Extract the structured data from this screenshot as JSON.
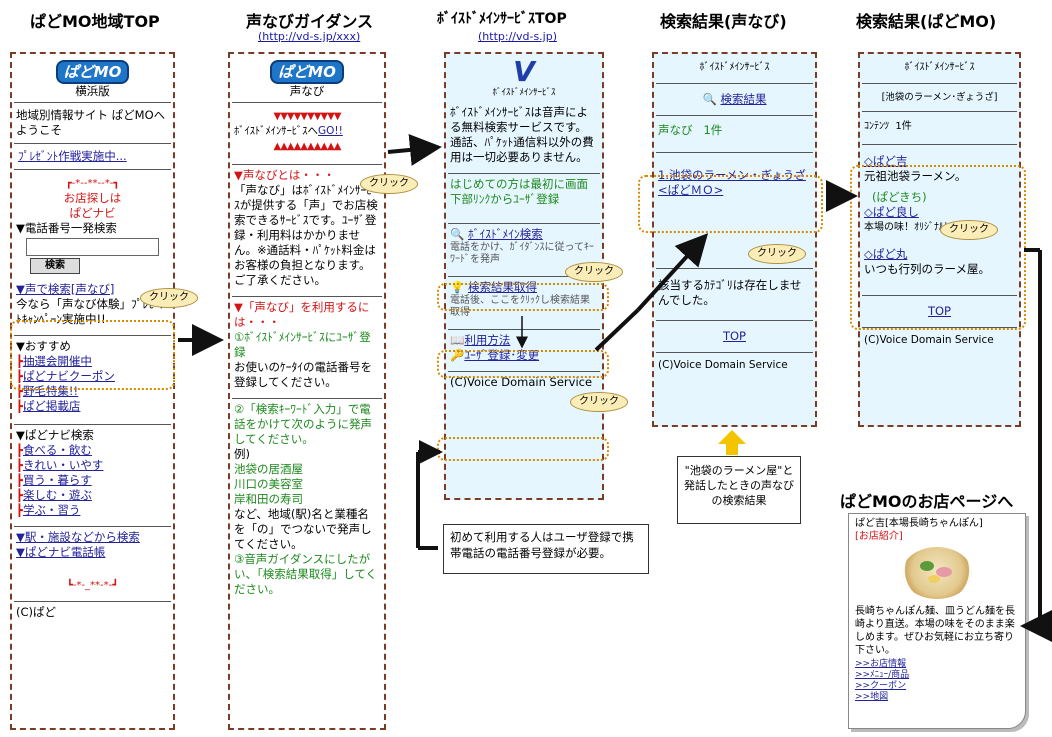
{
  "titles": {
    "p1": "ぱどMO地域TOP",
    "p2": "声なびガイダンス",
    "p2_url": "(http://vd-s.jp/xxx)",
    "p3": "ﾎﾞｲｽﾄﾞﾒｲﾝｻｰﾋﾞｽTOP",
    "p3_url": "(http://vd-s.jp)",
    "p4": "検索結果(声なび)",
    "p5": "検索結果(ぱどMO)",
    "p6": "ぱどMOのお店ページへ"
  },
  "click_label": "クリック",
  "panel1": {
    "logo": "ぱどMO",
    "edition": "横浜版",
    "welcome": "地域別情報サイト ぱどMOへようこそ",
    "present_link": "ﾌﾟﾚｾﾞﾝﾄ作戦実施中...",
    "deco_top": "┏-*--**--*-┓",
    "shop_search": "お店探しは",
    "padonavi": "ぱどナビ",
    "phone_search": "▼電話番号一発検索",
    "search_btn": "検索",
    "voice_link": "▼声で検索[声なび]",
    "campaign": "今なら「声なび体験」ﾌﾟﾚｾﾞﾝﾄｷｬﾝﾍﾟｰﾝ実施中!!",
    "recommend": "▼おすすめ",
    "recommend_items": [
      "抽選会開催中",
      "ぱどナビクーポン",
      "野毛特集!!",
      "ぱど掲載店"
    ],
    "navi_search": "▼ぱどナビ検索",
    "navi_items": [
      "食べる・飲む",
      "きれい・いやす",
      "買う・暮らす",
      "楽しむ・遊ぶ",
      "学ぶ・習う"
    ],
    "station_search": "▼駅・施設などから検索",
    "phone_book": "▼ぱどナビ電話帳",
    "deco_bottom": "┗-*-_**-*-┛",
    "copyright": "(C)ぱど"
  },
  "panel2": {
    "logo": "ぱどMO",
    "sub": "声なび",
    "triangles_top": "▼▼▼▼▼▼▼▼▼▼",
    "go_text": "ﾎﾞｲｽﾄﾞﾒｲﾝｻｰﾋﾞｽへ",
    "go_link": "GO!!",
    "triangles_bottom": "▲▲▲▲▲▲▲▲▲▲",
    "what_head": "▼声なびとは・・・",
    "what_body": "「声なび」はﾎﾞｲｽﾄﾞﾒｲﾝｻｰﾋﾞｽが提供する「声」でお店検索できるｻｰﾋﾞｽです。ﾕｰｻﾞ登録・利用料はかかりません。※通話料・ﾊﾟｹｯﾄ料金はお客様の負担となります。ご了承ください。",
    "use_head": "▼「声なび」を利用するには・・・",
    "step1": "①ﾎﾞｲｽﾄﾞﾒｲﾝｻｰﾋﾞｽにﾕｰｻﾞ登録",
    "step1_body": "お使いのｹｰﾀｲの電話番号を登録してください。",
    "step2": "②「検索ｷｰﾜｰﾄﾞ入力」で電話をかけて次のように発声してください。",
    "examples": [
      "例)",
      "池袋の居酒屋",
      "川口の美容室",
      "岸和田の寿司"
    ],
    "step2_tail": "など、地域(駅)名と業種名を「の」でつないで発声してください。",
    "step3": "③音声ガイダンスにしたがい、「検索結果取得」してください。"
  },
  "panel3": {
    "logo_mark": "V",
    "logo_text": "ﾎﾞｲｽﾄﾞﾒｲﾝｻｰﾋﾞｽ",
    "intro": "ﾎﾞｲｽﾄﾞﾒｲﾝｻｰﾋﾞｽは音声による無料検索サービスです。通話、ﾊﾟｹｯﾄ通信料以外の費用は一切必要ありません。",
    "first_time": "はじめての方は最初に画面下部ﾘﾝｸからﾕｰｻﾞ登録",
    "voice_search": "ﾎﾞｲｽﾄﾞﾒｲﾝ検索",
    "voice_search_note": "電話をかけ、ｶﾞｲﾀﾞﾝｽに従ってｷｰﾜｰﾄﾞを発声",
    "get_results": "検索結果取得",
    "get_results_note": "電話後、ここをｸﾘｯｸし検索結果取得",
    "usage": "利用方法",
    "register": "ﾕｰｻﾞ登録･変更",
    "copyright": "(C)Voice Domain Service"
  },
  "panel4": {
    "header": "ﾎﾞｲｽﾄﾞﾒｲﾝｻｰﾋﾞｽ",
    "results_title": "検索結果",
    "count_label": "声なび",
    "count": "1件",
    "result_link": "1.池袋のラーメン・ぎょうざ<ぱどＭＯ>",
    "no_category": "該当するｶﾃｺﾞﾘは存在しませんでした。",
    "top_link": "TOP",
    "copyright": "(C)Voice Domain Service"
  },
  "panel5": {
    "header": "ﾎﾞｲｽﾄﾞﾒｲﾝｻｰﾋﾞｽ",
    "query": "[池袋のラーメン･ぎょうざ]",
    "count_label": "ｺﾝﾃﾝﾂ",
    "count": "1件",
    "items": [
      {
        "name": "◇ぱど吉",
        "desc": "元祖池袋ラーメン。"
      },
      {
        "name": "(ぱどきち)",
        "desc": ""
      },
      {
        "name": "◇ぱど良し",
        "desc": "本場の味！ｵﾘｼﾞﾅﾙﾄｯﾋﾟﾝｸﾞ"
      },
      {
        "name": "◇ぱど丸",
        "desc": "いつも行列のラーメ屋。"
      }
    ],
    "top_link": "TOP",
    "copyright": "(C)Voice Domain Service"
  },
  "panel6": {
    "shop_name": "ぱど吉[本場長崎ちゃんぽん]",
    "shop_intro": "[お店紹介]",
    "body": "長崎ちゃんぽん麺、皿うどん麺を長崎より直送。本場の味をそのまま楽しめます。ぜひお気軽にお立ち寄り下さい。",
    "links": [
      ">>お店情報",
      ">>ﾒﾆｭｰ/商品",
      ">>クーポン",
      ">>地図"
    ]
  },
  "notes": {
    "callout": "\"池袋のラーメン屋\"と発話したときの声なびの検索結果",
    "register": "初めて利用する人はユーザ登録で携帯電話の電話番号登録が必要。"
  },
  "colors": {
    "border": "#7a3c24",
    "highlight": "#d88a00",
    "panel_blue": "#e6f6ff",
    "link": "#22229a",
    "red": "#d41313"
  }
}
